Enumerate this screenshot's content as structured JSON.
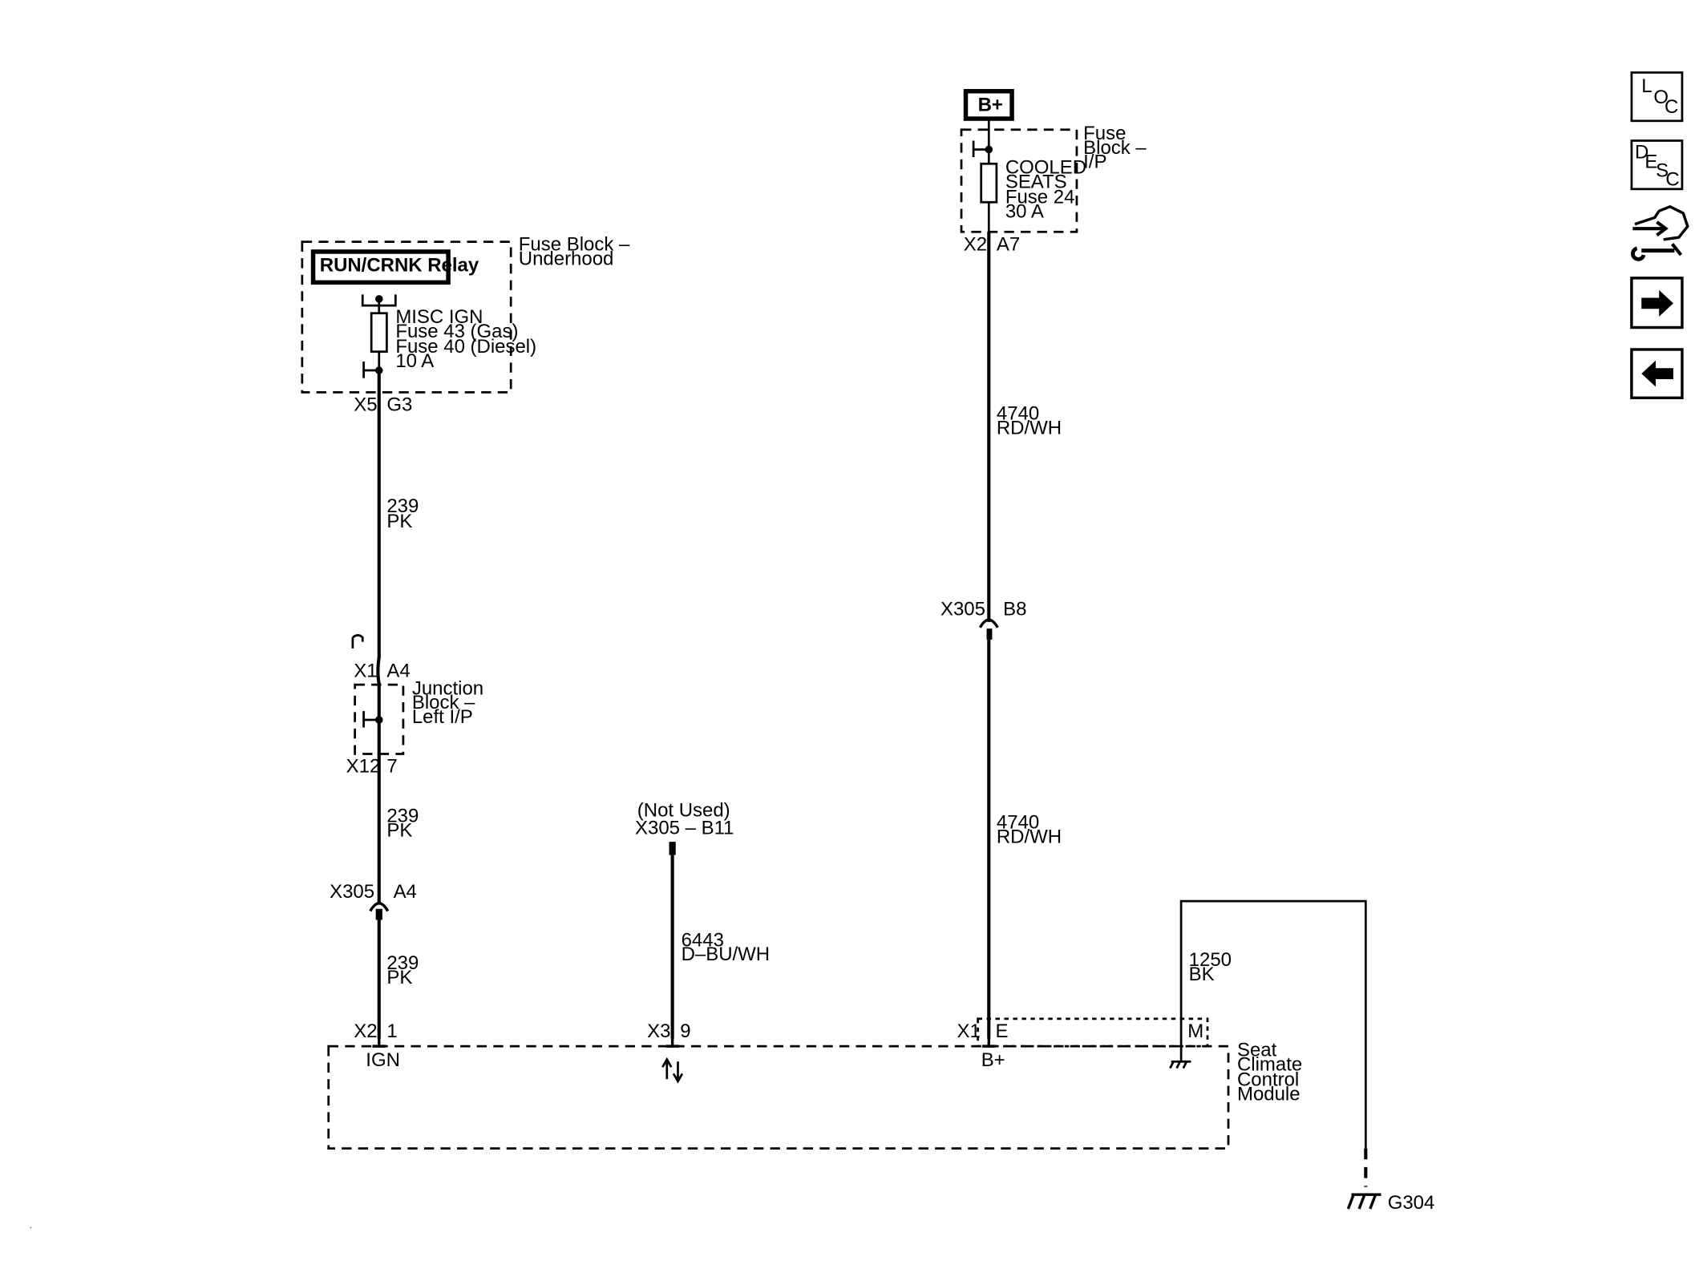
{
  "sidebar": {
    "buttons": [
      {
        "name": "loc-button",
        "text": [
          "L",
          "O",
          "C"
        ]
      },
      {
        "name": "desc-button",
        "text": [
          "D",
          "E",
          "S",
          "C"
        ]
      },
      {
        "name": "connector-end-view-button",
        "icon": "connector-wrench-icon"
      },
      {
        "name": "next-page-button",
        "icon": "arrow-right-icon"
      },
      {
        "name": "previous-page-button",
        "icon": "arrow-left-icon"
      }
    ]
  },
  "power": {
    "bplus": "B+"
  },
  "fuse_block_ip": {
    "title": [
      "Fuse",
      "Block –",
      "I/P"
    ],
    "fuse": [
      "COOLED",
      "SEATS",
      "Fuse 24",
      "30 A"
    ],
    "conn": "X2",
    "pin": "A7"
  },
  "fuse_block_underhood": {
    "title": [
      "Fuse Block –",
      "Underhood"
    ],
    "relay": "RUN/CRNK Relay",
    "fuse": [
      "MISC IGN",
      "Fuse 43 (Gas)",
      "Fuse 40 (Diesel)",
      "10 A"
    ],
    "conn": "X5",
    "pin": "G3"
  },
  "junction_block": {
    "title": [
      "Junction",
      "Block –",
      "Left I/P"
    ],
    "in_conn": "X1",
    "in_pin": "A4",
    "out_conn": "X12",
    "out_pin": "7"
  },
  "wires": {
    "w239_a": {
      "circuit": "239",
      "color": "PK"
    },
    "w239_b": {
      "circuit": "239",
      "color": "PK"
    },
    "w239_c": {
      "circuit": "239",
      "color": "PK"
    },
    "w4740_a": {
      "circuit": "4740",
      "color": "RD/WH"
    },
    "w4740_b": {
      "circuit": "4740",
      "color": "RD/WH"
    },
    "w6443": {
      "circuit": "6443",
      "color": "D–BU/WH"
    },
    "w1250": {
      "circuit": "1250",
      "color": "BK"
    }
  },
  "inline_connectors": {
    "ign": {
      "conn": "X305",
      "pin": "A4"
    },
    "bplus": {
      "conn": "X305",
      "pin": "B8"
    }
  },
  "not_used": {
    "note": "(Not Used)",
    "ref": "X305 – B11"
  },
  "module": {
    "name": [
      "Seat",
      "Climate",
      "Control",
      "Module"
    ],
    "pins": {
      "ign": {
        "conn": "X2",
        "pin": "1",
        "func": "IGN"
      },
      "data": {
        "conn": "X3",
        "pin": "9"
      },
      "bplus": {
        "conn": "X1",
        "pin": "E",
        "func": "B+"
      },
      "ground": {
        "pin": "M"
      }
    }
  },
  "ground": {
    "id": "G304"
  }
}
